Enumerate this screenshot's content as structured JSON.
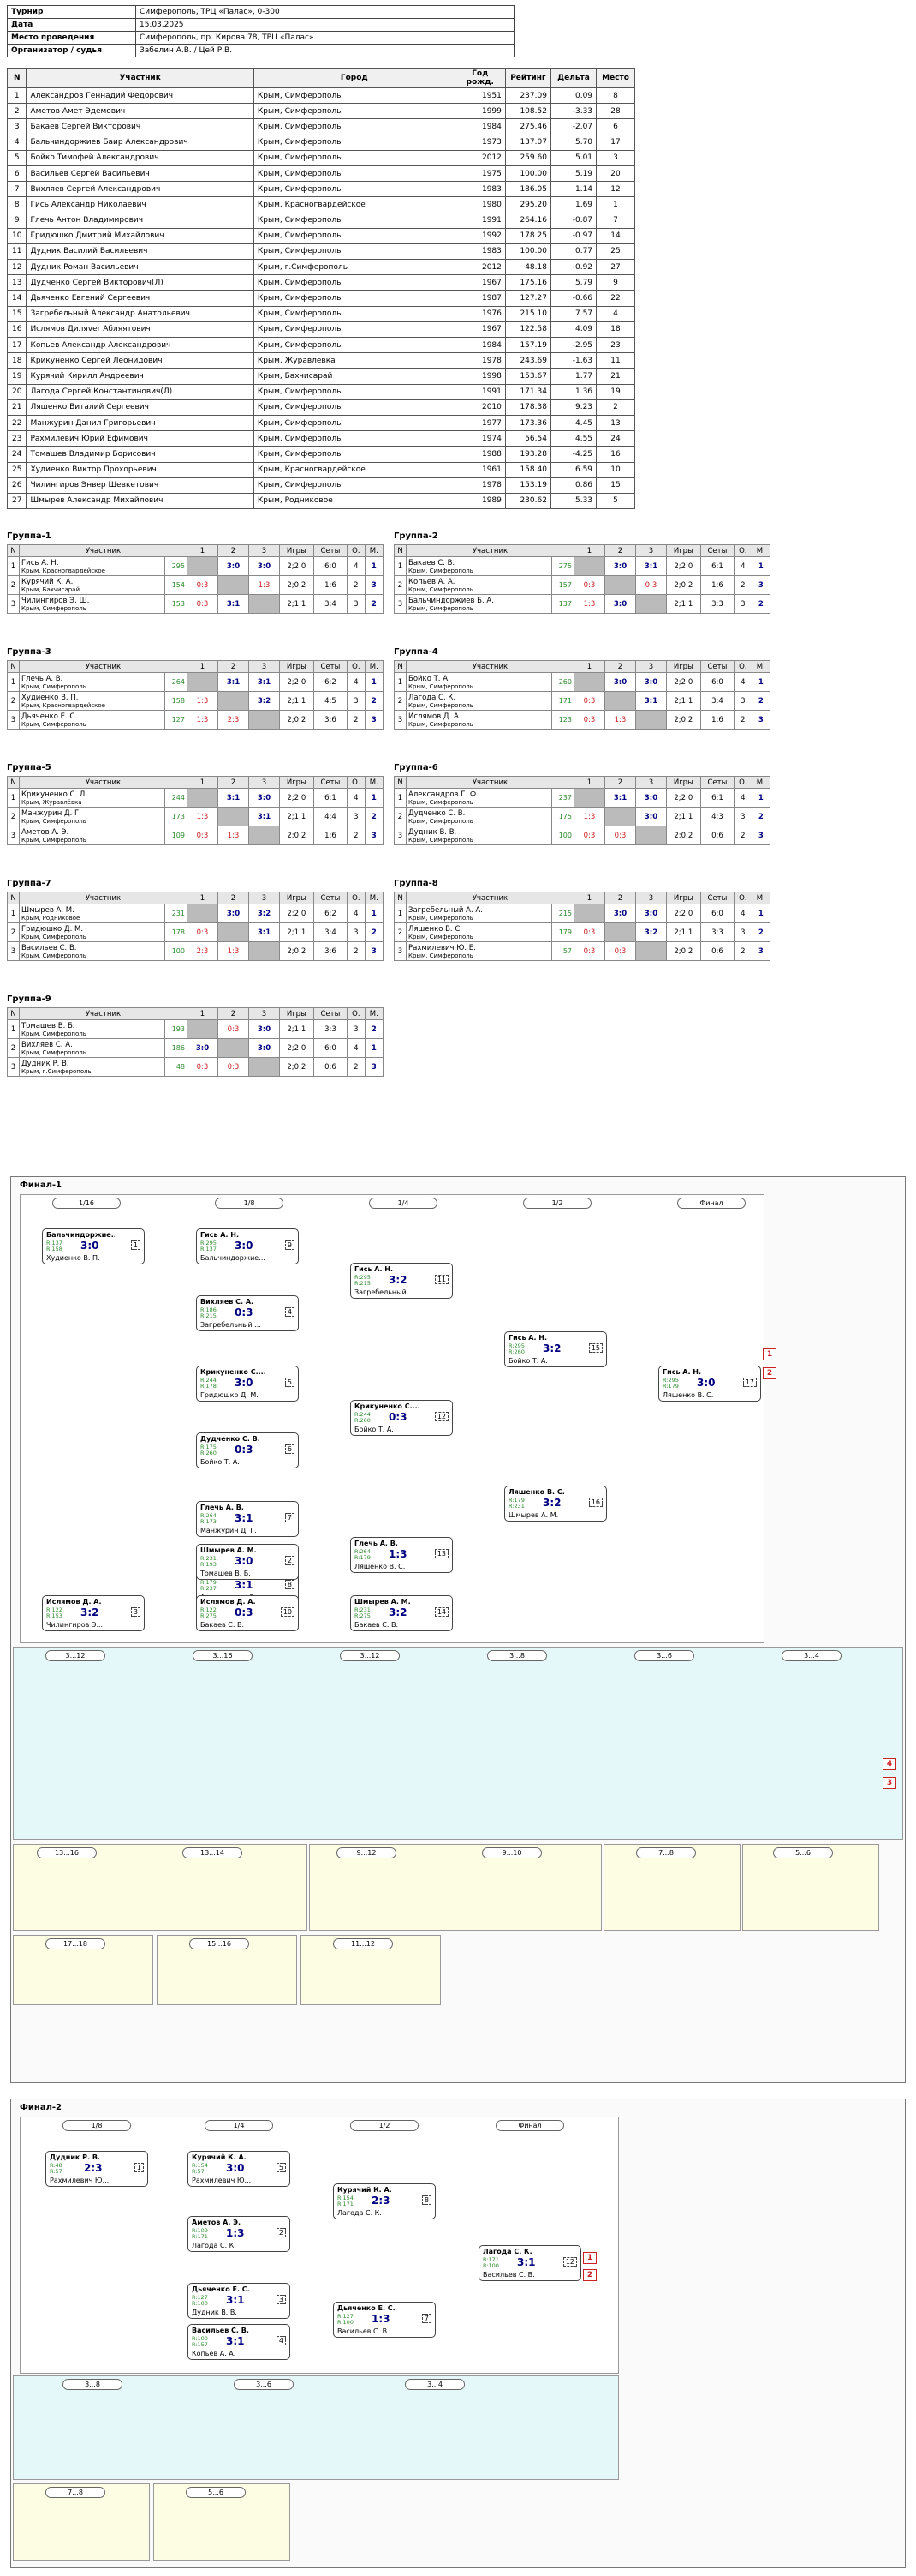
{
  "info": [
    {
      "k": "Турнир",
      "v": "Симферополь, ТРЦ «Палас», 0-300"
    },
    {
      "k": "Дата",
      "v": "15.03.2025"
    },
    {
      "k": "Место проведения",
      "v": "Симферополь, пр. Кирова 78, ТРЦ «Палас»"
    },
    {
      "k": "Организатор / судья",
      "v": "Забелин А.В. / Цей Р.В."
    }
  ],
  "plist_headers": [
    "N",
    "Участник",
    "Город",
    "Год рожд.",
    "Рейтинг",
    "Дельта",
    "Место"
  ],
  "players": [
    [
      "1",
      "Александров Геннадий Федорович",
      "Крым, Симферополь",
      "1951",
      "237.09",
      "0.09",
      "8"
    ],
    [
      "2",
      "Аметов Амет Эдемович",
      "Крым, Симферополь",
      "1999",
      "108.52",
      "-3.33",
      "28"
    ],
    [
      "3",
      "Бакаев Сергей Викторович",
      "Крым, Симферополь",
      "1984",
      "275.46",
      "-2.07",
      "6"
    ],
    [
      "4",
      "Бальчиндоржиев Баир Александрович",
      "Крым, Симферополь",
      "1973",
      "137.07",
      "5.70",
      "17"
    ],
    [
      "5",
      "Бойко Тимофей Александрович",
      "Крым, Симферополь",
      "2012",
      "259.60",
      "5.01",
      "3"
    ],
    [
      "6",
      "Васильев Сергей Васильевич",
      "Крым, Симферополь",
      "1975",
      "100.00",
      "5.19",
      "20"
    ],
    [
      "7",
      "Вихляев Сергей Александрович",
      "Крым, Симферополь",
      "1983",
      "186.05",
      "1.14",
      "12"
    ],
    [
      "8",
      "Гись Александр Николаевич",
      "Крым, Красногвардейское",
      "1980",
      "295.20",
      "1.69",
      "1"
    ],
    [
      "9",
      "Глечь Антон Владимирович",
      "Крым, Симферополь",
      "1991",
      "264.16",
      "-0.87",
      "7"
    ],
    [
      "10",
      "Гридюшко Дмитрий Михайлович",
      "Крым, Симферополь",
      "1992",
      "178.25",
      "-0.97",
      "14"
    ],
    [
      "11",
      "Дудник Василий Васильевич",
      "Крым, Симферополь",
      "1983",
      "100.00",
      "0.77",
      "25"
    ],
    [
      "12",
      "Дудник Роман Васильевич",
      "Крым, г.Симферополь",
      "2012",
      "48.18",
      "-0.92",
      "27"
    ],
    [
      "13",
      "Дудченко Сергей Викторович(Л)",
      "Крым, Симферополь",
      "1967",
      "175.16",
      "5.79",
      "9"
    ],
    [
      "14",
      "Дьяченко Евгений Сергеевич",
      "Крым, Симферополь",
      "1987",
      "127.27",
      "-0.66",
      "22"
    ],
    [
      "15",
      "Загребельный Александр Анатольевич",
      "Крым, Симферополь",
      "1976",
      "215.10",
      "7.57",
      "4"
    ],
    [
      "16",
      "Ислямов Диляver Абляятович",
      "Крым, Симферополь",
      "1967",
      "122.58",
      "4.09",
      "18"
    ],
    [
      "17",
      "Копьев Александр Александрович",
      "Крым, Симферополь",
      "1984",
      "157.19",
      "-2.95",
      "23"
    ],
    [
      "18",
      "Крикуненко Сергей Леонидович",
      "Крым, Журавлёвка",
      "1978",
      "243.69",
      "-1.63",
      "11"
    ],
    [
      "19",
      "Курячий Кирилл Андреевич",
      "Крым, Бахчисарай",
      "1998",
      "153.67",
      "1.77",
      "21"
    ],
    [
      "20",
      "Лагода Сергей Константинович(Л)",
      "Крым, Симферополь",
      "1991",
      "171.34",
      "1.36",
      "19"
    ],
    [
      "21",
      "Ляшенко Виталий Сергеевич",
      "Крым, Симферополь",
      "2010",
      "178.38",
      "9.23",
      "2"
    ],
    [
      "22",
      "Манжурин Данил Григорьевич",
      "Крым, Симферополь",
      "1977",
      "173.36",
      "4.45",
      "13"
    ],
    [
      "23",
      "Рахмилевич Юрий Ефимович",
      "Крым, Симферополь",
      "1974",
      "56.54",
      "4.55",
      "24"
    ],
    [
      "24",
      "Томашев Владимир Борисович",
      "Крым, Симферополь",
      "1988",
      "193.28",
      "-4.25",
      "16"
    ],
    [
      "25",
      "Худиенко Виктор Прохорьевич",
      "Крым, Красногвардейское",
      "1961",
      "158.40",
      "6.59",
      "10"
    ],
    [
      "26",
      "Чилингиров Энвер Шевкетович",
      "Крым, Симферополь",
      "1978",
      "153.19",
      "0.86",
      "15"
    ],
    [
      "27",
      "Шмырев Александр Михайлович",
      "Крым, Родниковое",
      "1989",
      "230.62",
      "5.33",
      "5"
    ]
  ],
  "group_headers": [
    "N",
    "Участник",
    "1",
    "2",
    "3",
    "Игры",
    "Сеты",
    "О.",
    "М."
  ],
  "groups": [
    {
      "title": "Группа-1",
      "rows": [
        {
          "n": "1",
          "name": "Гись А. Н.",
          "city": "Крым, Красногвардейское",
          "r": "295",
          "c": [
            "",
            "3:0",
            "3:0"
          ],
          "g": "2;2:0",
          "s": "6:0",
          "o": "4",
          "m": "1"
        },
        {
          "n": "2",
          "name": "Курячий К. А.",
          "city": "Крым, Бахчисарай",
          "r": "154",
          "c": [
            "0:3",
            "",
            "1:3"
          ],
          "g": "2;0:2",
          "s": "1:6",
          "o": "2",
          "m": "3"
        },
        {
          "n": "3",
          "name": "Чилингиров Э. Ш.",
          "city": "Крым, Симферополь",
          "r": "153",
          "c": [
            "0:3",
            "3:1",
            ""
          ],
          "g": "2;1:1",
          "s": "3:4",
          "o": "3",
          "m": "2"
        }
      ]
    },
    {
      "title": "Группа-2",
      "rows": [
        {
          "n": "1",
          "name": "Бакаев С. В.",
          "city": "Крым, Симферополь",
          "r": "275",
          "c": [
            "",
            "3:0",
            "3:1"
          ],
          "g": "2;2:0",
          "s": "6:1",
          "o": "4",
          "m": "1"
        },
        {
          "n": "2",
          "name": "Копьев А. А.",
          "city": "Крым, Симферополь",
          "r": "157",
          "c": [
            "0:3",
            "",
            "0:3"
          ],
          "g": "2;0:2",
          "s": "1:6",
          "o": "2",
          "m": "3"
        },
        {
          "n": "3",
          "name": "Бальчиндоржиев Б. А.",
          "city": "Крым, Симферополь",
          "r": "137",
          "c": [
            "1:3",
            "3:0",
            ""
          ],
          "g": "2;1:1",
          "s": "3:3",
          "o": "3",
          "m": "2"
        }
      ]
    },
    {
      "title": "Группа-3",
      "rows": [
        {
          "n": "1",
          "name": "Глечь А. В.",
          "city": "Крым, Симферополь",
          "r": "264",
          "c": [
            "",
            "3:1",
            "3:1"
          ],
          "g": "2;2:0",
          "s": "6:2",
          "o": "4",
          "m": "1"
        },
        {
          "n": "2",
          "name": "Худиенко В. П.",
          "city": "Крым, Красногвардейское",
          "r": "158",
          "c": [
            "1:3",
            "",
            "3:2"
          ],
          "g": "2;1:1",
          "s": "4:5",
          "o": "3",
          "m": "2"
        },
        {
          "n": "3",
          "name": "Дьяченко Е. С.",
          "city": "Крым, Симферополь",
          "r": "127",
          "c": [
            "1:3",
            "2:3",
            ""
          ],
          "g": "2;0:2",
          "s": "3:6",
          "o": "2",
          "m": "3"
        }
      ]
    },
    {
      "title": "Группа-4",
      "rows": [
        {
          "n": "1",
          "name": "Бойко Т. А.",
          "city": "Крым, Симферополь",
          "r": "260",
          "c": [
            "",
            "3:0",
            "3:0"
          ],
          "g": "2;2:0",
          "s": "6:0",
          "o": "4",
          "m": "1"
        },
        {
          "n": "2",
          "name": "Лагода С. К.",
          "city": "Крым, Симферополь",
          "r": "171",
          "c": [
            "0:3",
            "",
            "3:1"
          ],
          "g": "2;1:1",
          "s": "3:4",
          "o": "3",
          "m": "2"
        },
        {
          "n": "3",
          "name": "Ислямов Д. А.",
          "city": "Крым, Симферополь",
          "r": "123",
          "c": [
            "0:3",
            "1:3",
            ""
          ],
          "g": "2;0:2",
          "s": "1:6",
          "o": "2",
          "m": "3"
        }
      ]
    },
    {
      "title": "Группа-5",
      "rows": [
        {
          "n": "1",
          "name": "Крикуненко С. Л.",
          "city": "Крым, Журавлёвка",
          "r": "244",
          "c": [
            "",
            "3:1",
            "3:0"
          ],
          "g": "2;2:0",
          "s": "6:1",
          "o": "4",
          "m": "1"
        },
        {
          "n": "2",
          "name": "Манжурин Д. Г.",
          "city": "Крым, Симферополь",
          "r": "173",
          "c": [
            "1:3",
            "",
            "3:1"
          ],
          "g": "2;1:1",
          "s": "4:4",
          "o": "3",
          "m": "2"
        },
        {
          "n": "3",
          "name": "Аметов А. Э.",
          "city": "Крым, Симферополь",
          "r": "109",
          "c": [
            "0:3",
            "1:3",
            ""
          ],
          "g": "2;0:2",
          "s": "1:6",
          "o": "2",
          "m": "3"
        }
      ]
    },
    {
      "title": "Группа-6",
      "rows": [
        {
          "n": "1",
          "name": "Александров Г. Ф.",
          "city": "Крым, Симферополь",
          "r": "237",
          "c": [
            "",
            "3:1",
            "3:0"
          ],
          "g": "2;2:0",
          "s": "6:1",
          "o": "4",
          "m": "1"
        },
        {
          "n": "2",
          "name": "Дудченко С. В.",
          "city": "Крым, Симферополь",
          "r": "175",
          "c": [
            "1:3",
            "",
            "3:0"
          ],
          "g": "2;1:1",
          "s": "4:3",
          "o": "3",
          "m": "2"
        },
        {
          "n": "3",
          "name": "Дудник В. В.",
          "city": "Крым, Симферополь",
          "r": "100",
          "c": [
            "0:3",
            "0:3",
            ""
          ],
          "g": "2;0:2",
          "s": "0:6",
          "o": "2",
          "m": "3"
        }
      ]
    },
    {
      "title": "Группа-7",
      "rows": [
        {
          "n": "1",
          "name": "Шмырев А. М.",
          "city": "Крым, Родниковое",
          "r": "231",
          "c": [
            "",
            "3:0",
            "3:2"
          ],
          "g": "2;2:0",
          "s": "6:2",
          "o": "4",
          "m": "1"
        },
        {
          "n": "2",
          "name": "Гридюшко Д. М.",
          "city": "Крым, Симферополь",
          "r": "178",
          "c": [
            "0:3",
            "",
            "3:1"
          ],
          "g": "2;1:1",
          "s": "3:4",
          "o": "3",
          "m": "2"
        },
        {
          "n": "3",
          "name": "Васильев С. В.",
          "city": "Крым, Симферополь",
          "r": "100",
          "c": [
            "2:3",
            "1:3",
            ""
          ],
          "g": "2;0:2",
          "s": "3:6",
          "o": "2",
          "m": "3"
        }
      ]
    },
    {
      "title": "Группа-8",
      "rows": [
        {
          "n": "1",
          "name": "Загребельный А. А.",
          "city": "Крым, Симферополь",
          "r": "215",
          "c": [
            "",
            "3:0",
            "3:0"
          ],
          "g": "2;2:0",
          "s": "6:0",
          "o": "4",
          "m": "1"
        },
        {
          "n": "2",
          "name": "Ляшенко В. С.",
          "city": "Крым, Симферополь",
          "r": "179",
          "c": [
            "0:3",
            "",
            "3:2"
          ],
          "g": "2;1:1",
          "s": "3:3",
          "o": "3",
          "m": "2"
        },
        {
          "n": "3",
          "name": "Рахмилевич Ю. Е.",
          "city": "Крым, Симферополь",
          "r": "57",
          "c": [
            "0:3",
            "0:3",
            ""
          ],
          "g": "2;0:2",
          "s": "0:6",
          "o": "2",
          "m": "3"
        }
      ]
    },
    {
      "title": "Группа-9",
      "rows": [
        {
          "n": "1",
          "name": "Томашев В. Б.",
          "city": "Крым, Симферополь",
          "r": "193",
          "c": [
            "",
            "0:3",
            "3:0"
          ],
          "g": "2;1:1",
          "s": "3:3",
          "o": "3",
          "m": "2"
        },
        {
          "n": "2",
          "name": "Вихляев С. А.",
          "city": "Крым, Симферополь",
          "r": "186",
          "c": [
            "3:0",
            "",
            "3:0"
          ],
          "g": "2;2:0",
          "s": "6:0",
          "o": "4",
          "m": "1"
        },
        {
          "n": "3",
          "name": "Дудник Р. В.",
          "city": "Крым, г.Симферополь",
          "r": "48",
          "c": [
            "0:3",
            "0:3",
            ""
          ],
          "g": "2;0:2",
          "s": "0:6",
          "o": "2",
          "m": "3"
        }
      ]
    }
  ],
  "final1": {
    "title": "Финал-1",
    "rounds": [
      "1/16",
      "1/8",
      "1/4",
      "1/2",
      "Финал"
    ],
    "rounds_b": [
      "3...12",
      "3...16",
      "3...12",
      "3...8",
      "3...6",
      "3...4"
    ],
    "rounds_c": [
      "13...16",
      "13...14",
      "9...12",
      "9...10",
      "7...8",
      "5...6"
    ],
    "rounds_d": [
      "17...18",
      "15...16",
      "11...12"
    ],
    "matches": [
      {
        "t1": "Бальчиндоржие...",
        "t2": "Худиенко В. П.",
        "r1": "R:137",
        "r2": "R:158",
        "sc": "3:0",
        "num": "1"
      },
      {
        "t1": "Гись А. Н.",
        "t2": "Бальчиндоржие...",
        "r1": "R:295",
        "r2": "R:137",
        "sc": "3:0",
        "num": "9"
      },
      {
        "t1": "Вихляев С. А.",
        "t2": "Загребельный ...",
        "r1": "R:186",
        "r2": "R:215",
        "sc": "0:3",
        "num": "4"
      },
      {
        "t1": "Гись А. Н.",
        "t2": "Загребельный ...",
        "r1": "R:295",
        "r2": "R:215",
        "sc": "3:2",
        "num": "11"
      },
      {
        "t1": "Крикуненко С....",
        "t2": "Гридюшко Д. М.",
        "r1": "R:244",
        "r2": "R:178",
        "sc": "3:0",
        "num": "5"
      },
      {
        "t1": "Дудченко С. В.",
        "t2": "Бойко Т. А.",
        "r1": "R:175",
        "r2": "R:260",
        "sc": "0:3",
        "num": "6"
      },
      {
        "t1": "Крикуненко С....",
        "t2": "Бойко Т. А.",
        "r1": "R:244",
        "r2": "R:260",
        "sc": "0:3",
        "num": "12"
      },
      {
        "t1": "Гись А. Н.",
        "t2": "Бойко Т. А.",
        "r1": "R:295",
        "r2": "R:260",
        "sc": "3:2",
        "num": "15"
      },
      {
        "t1": "Глечь А. В.",
        "t2": "Манжурин Д. Г.",
        "r1": "R:264",
        "r2": "R:173",
        "sc": "3:1",
        "num": "7"
      },
      {
        "t1": "Ляшенко В. С.",
        "t2": "Александров Г...",
        "r1": "R:179",
        "r2": "R:237",
        "sc": "3:1",
        "num": "8"
      },
      {
        "t1": "Глечь А. В.",
        "t2": "Ляшенко В. С.",
        "r1": "R:264",
        "r2": "R:179",
        "sc": "1:3",
        "num": "13"
      },
      {
        "t1": "Шмырев А. М.",
        "t2": "Томашев В. Б.",
        "r1": "R:231",
        "r2": "R:193",
        "sc": "3:0",
        "num": "2"
      },
      {
        "t1": "Ислямов Д. А.",
        "t2": "Чилингиров Э...",
        "r1": "R:122",
        "r2": "R:153",
        "sc": "3:2",
        "num": "3"
      },
      {
        "t1": "Ислямов Д. А.",
        "t2": "Бакаев С. В.",
        "r1": "R:122",
        "r2": "R:275",
        "sc": "0:3",
        "num": "10"
      },
      {
        "t1": "Шмырев А. М.",
        "t2": "Бакаев С. В.",
        "r1": "R:231",
        "r2": "R:275",
        "sc": "3:2",
        "num": "14"
      },
      {
        "t1": "Ляшенко В. С.",
        "t2": "Шмырев А. М.",
        "r1": "R:179",
        "r2": "R:231",
        "sc": "3:2",
        "num": "16"
      },
      {
        "t1": "Гись А. Н.",
        "t2": "Ляшенко В. С.",
        "r1": "R:295",
        "r2": "R:179",
        "sc": "3:0",
        "num": "17"
      }
    ]
  },
  "final2": {
    "title": "Финал-2",
    "rounds": [
      "1/8",
      "1/4",
      "1/2",
      "Финал"
    ],
    "rounds_b": [
      "3...8",
      "3...6",
      "3...4"
    ],
    "rounds_c": [
      "7...8",
      "5...6"
    ],
    "matches": [
      {
        "t1": "Дудник Р. В.",
        "t2": "Рахмилевич Ю...",
        "r1": "R:48",
        "r2": "R:57",
        "sc": "2:3",
        "num": "1"
      },
      {
        "t1": "Курячий К. А.",
        "t2": "Рахмилевич Ю...",
        "r1": "R:154",
        "r2": "R:57",
        "sc": "3:0",
        "num": "5"
      },
      {
        "t1": "Аметов А. Э.",
        "t2": "Лагода С. К.",
        "r1": "R:109",
        "r2": "R:171",
        "sc": "1:3",
        "num": "2"
      },
      {
        "t1": "Курячий К. А.",
        "t2": "Лагода С. К.",
        "r1": "R:154",
        "r2": "R:171",
        "sc": "2:3",
        "num": "8"
      },
      {
        "t1": "Дьяченко Е. С.",
        "t2": "Дудник В. В.",
        "r1": "R:127",
        "r2": "R:100",
        "sc": "3:1",
        "num": "3"
      },
      {
        "t1": "Васильев С. В.",
        "t2": "Копьев А. А.",
        "r1": "R:100",
        "r2": "R:157",
        "sc": "3:1",
        "num": "4"
      },
      {
        "t1": "Дьяченко Е. С.",
        "t2": "Васильев С. В.",
        "r1": "R:127",
        "r2": "R:100",
        "sc": "1:3",
        "num": "7"
      },
      {
        "t1": "Лагода С. К.",
        "t2": "Васильев С. В.",
        "r1": "R:171",
        "r2": "R:100",
        "sc": "3:1",
        "num": "12"
      }
    ]
  }
}
